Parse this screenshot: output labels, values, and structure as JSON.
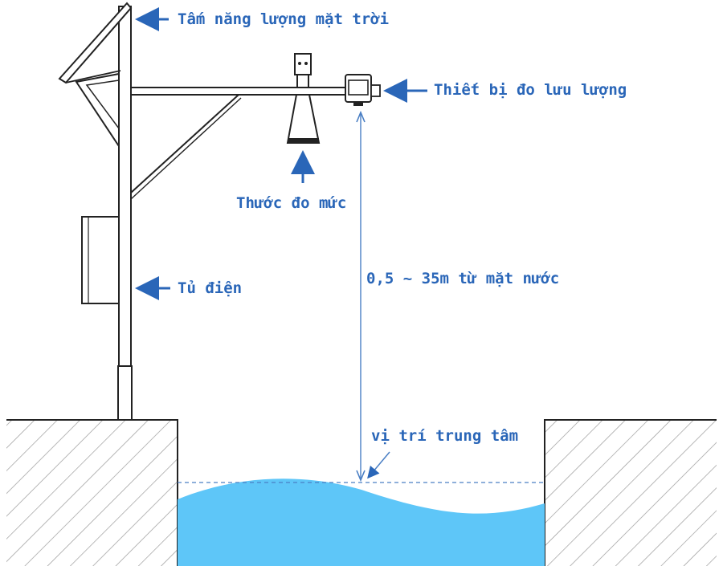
{
  "labels": {
    "solar_panel": "Tấm năng lượng mặt trời",
    "flow_meter": "Thiết bị đo lưu lượng",
    "level_gauge": "Thước đo mức",
    "cabinet": "Tủ điện",
    "range": "0,5 ~ 35m từ mặt nước",
    "center_position": "vị trí trung tâm"
  },
  "colors": {
    "label": "#2a66b8",
    "line": "#222222",
    "water": "#5ec6f8",
    "ground_hatch": "#9a9a9a",
    "dashed_level": "#4a7fc4"
  }
}
